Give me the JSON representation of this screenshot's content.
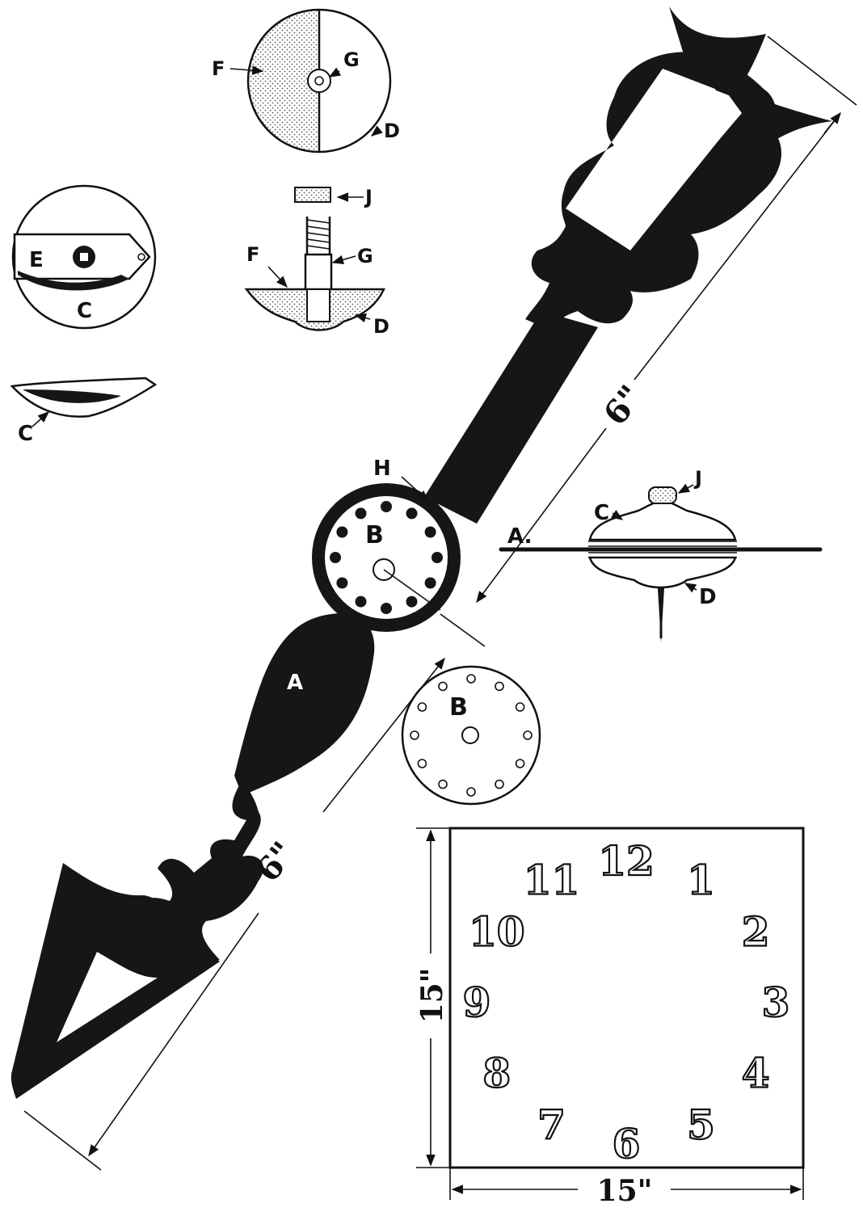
{
  "labels": {
    "A": "A",
    "A_dot": "A.",
    "B": "B",
    "C": "C",
    "D": "D",
    "E": "E",
    "F": "F",
    "G": "G",
    "H": "H",
    "J": "J"
  },
  "dimensions": {
    "hand_upper_length": "6\"",
    "hand_lower_length": "6\"",
    "dial_height": "15\"",
    "dial_width": "15\""
  },
  "dial_numbers": [
    "12",
    "1",
    "2",
    "3",
    "4",
    "5",
    "6",
    "7",
    "8",
    "9",
    "10",
    "11"
  ],
  "colors": {
    "ink": "#161616",
    "paper": "#ffffff",
    "stipple": "#9a9a9a"
  }
}
